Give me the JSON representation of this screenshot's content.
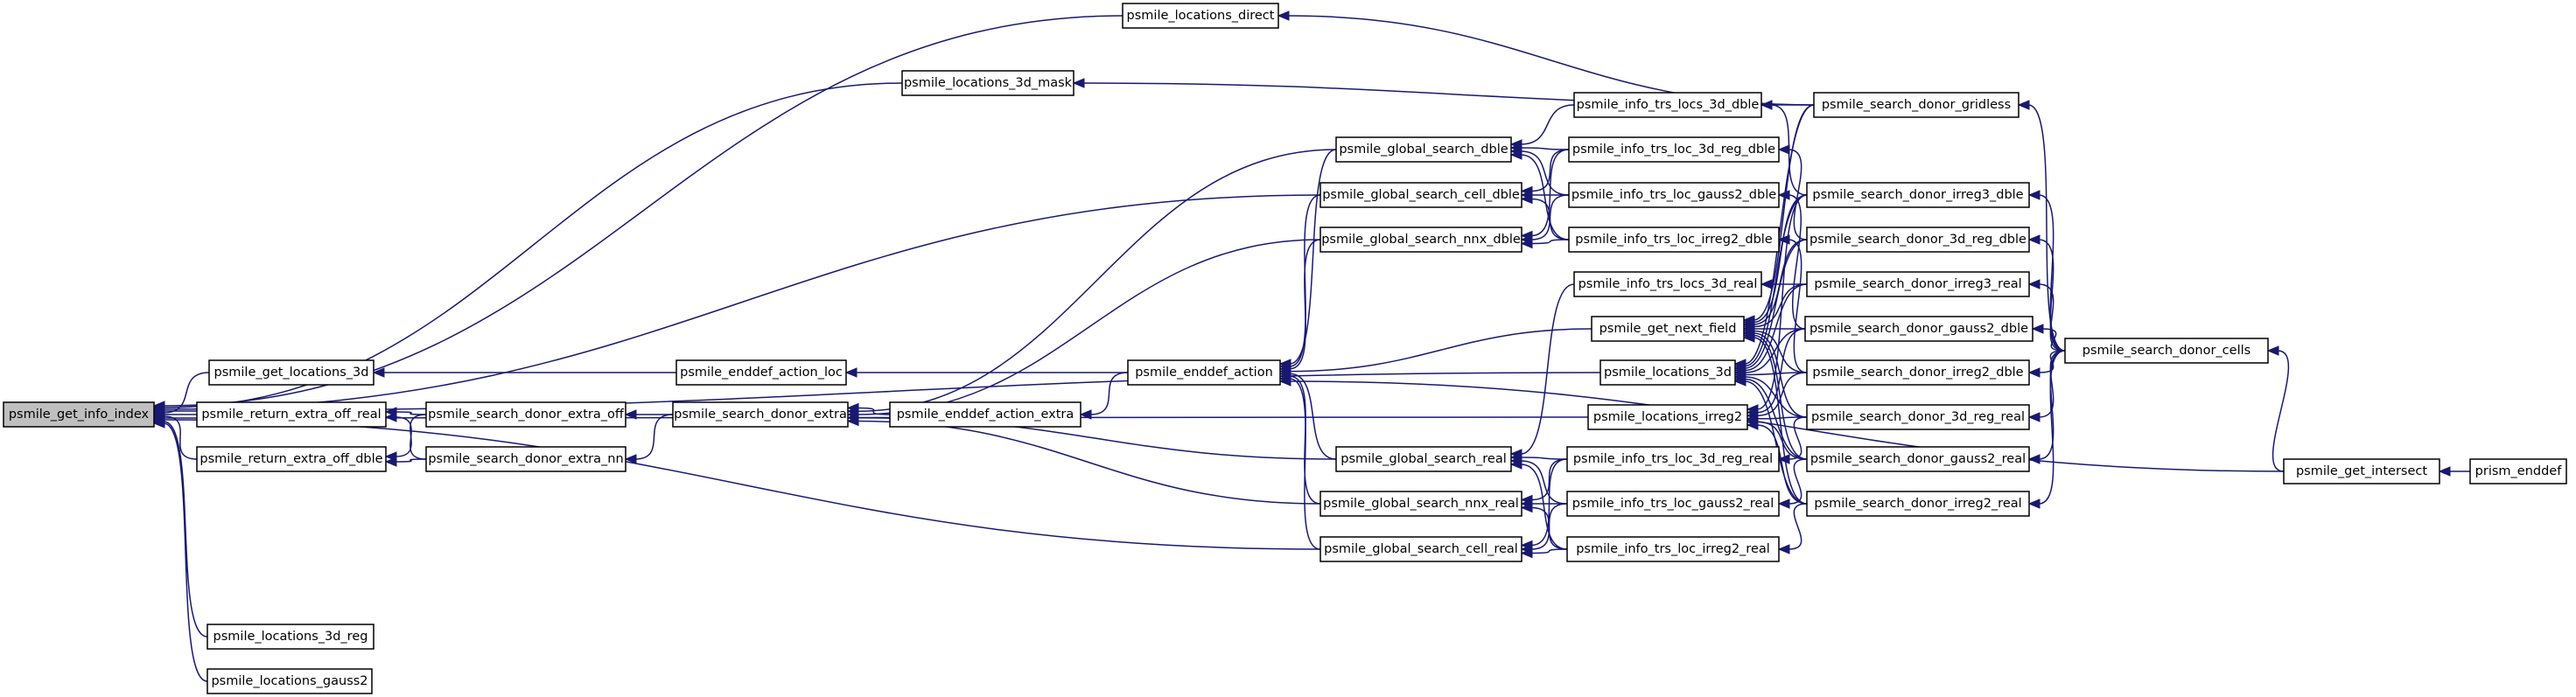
{
  "nodes": [
    {
      "id": "psmile_get_info_index",
      "label": "psmile_get_info_index",
      "root": true
    },
    {
      "id": "psmile_locations_direct",
      "label": "psmile_locations_direct"
    },
    {
      "id": "psmile_locations_3d_mask",
      "label": "psmile_locations_3d_mask"
    },
    {
      "id": "psmile_search_donor_gridless",
      "label": "psmile_search_donor_gridless"
    },
    {
      "id": "psmile_info_trs_locs_3d_dble",
      "label": "psmile_info_trs_locs_3d_dble"
    },
    {
      "id": "psmile_global_search_dble",
      "label": "psmile_global_search_dble"
    },
    {
      "id": "psmile_info_trs_loc_3d_reg_dble",
      "label": "psmile_info_trs_loc_3d_reg_dble"
    },
    {
      "id": "psmile_global_search_cell_dble",
      "label": "psmile_global_search_cell_dble"
    },
    {
      "id": "psmile_search_donor_irreg3_dble",
      "label": "psmile_search_donor_irreg3_dble"
    },
    {
      "id": "psmile_info_trs_loc_gauss2_dble",
      "label": "psmile_info_trs_loc_gauss2_dble"
    },
    {
      "id": "psmile_global_search_nnx_dble",
      "label": "psmile_global_search_nnx_dble"
    },
    {
      "id": "psmile_info_trs_loc_irreg2_dble",
      "label": "psmile_info_trs_loc_irreg2_dble"
    },
    {
      "id": "psmile_search_donor_3d_reg_dble",
      "label": "psmile_search_donor_3d_reg_dble"
    },
    {
      "id": "psmile_info_trs_locs_3d_real",
      "label": "psmile_info_trs_locs_3d_real"
    },
    {
      "id": "psmile_search_donor_irreg3_real",
      "label": "psmile_search_donor_irreg3_real"
    },
    {
      "id": "psmile_enddef_action",
      "label": "psmile_enddef_action"
    },
    {
      "id": "psmile_get_next_field",
      "label": "psmile_get_next_field"
    },
    {
      "id": "psmile_search_donor_gauss2_dble",
      "label": "psmile_search_donor_gauss2_dble"
    },
    {
      "id": "psmile_search_donor_cells",
      "label": "psmile_search_donor_cells"
    },
    {
      "id": "psmile_get_locations_3d",
      "label": "psmile_get_locations_3d"
    },
    {
      "id": "psmile_enddef_action_loc",
      "label": "psmile_enddef_action_loc"
    },
    {
      "id": "psmile_locations_3d",
      "label": "psmile_locations_3d"
    },
    {
      "id": "psmile_search_donor_irreg2_dble",
      "label": "psmile_search_donor_irreg2_dble"
    },
    {
      "id": "psmile_return_extra_off_real",
      "label": "psmile_return_extra_off_real"
    },
    {
      "id": "psmile_search_donor_extra_off",
      "label": "psmile_search_donor_extra_off"
    },
    {
      "id": "psmile_search_donor_extra",
      "label": "psmile_search_donor_extra"
    },
    {
      "id": "psmile_enddef_action_extra",
      "label": "psmile_enddef_action_extra"
    },
    {
      "id": "psmile_locations_irreg2",
      "label": "psmile_locations_irreg2"
    },
    {
      "id": "psmile_search_donor_3d_reg_real",
      "label": "psmile_search_donor_3d_reg_real"
    },
    {
      "id": "psmile_return_extra_off_dble",
      "label": "psmile_return_extra_off_dble"
    },
    {
      "id": "psmile_search_donor_extra_nn",
      "label": "psmile_search_donor_extra_nn"
    },
    {
      "id": "psmile_global_search_real",
      "label": "psmile_global_search_real"
    },
    {
      "id": "psmile_info_trs_loc_3d_reg_real",
      "label": "psmile_info_trs_loc_3d_reg_real"
    },
    {
      "id": "psmile_search_donor_gauss2_real",
      "label": "psmile_search_donor_gauss2_real"
    },
    {
      "id": "psmile_get_intersect",
      "label": "psmile_get_intersect"
    },
    {
      "id": "prism_enddef",
      "label": "prism_enddef"
    },
    {
      "id": "psmile_global_search_nnx_real",
      "label": "psmile_global_search_nnx_real"
    },
    {
      "id": "psmile_info_trs_loc_gauss2_real",
      "label": "psmile_info_trs_loc_gauss2_real"
    },
    {
      "id": "psmile_search_donor_irreg2_real",
      "label": "psmile_search_donor_irreg2_real"
    },
    {
      "id": "psmile_global_search_cell_real",
      "label": "psmile_global_search_cell_real"
    },
    {
      "id": "psmile_info_trs_loc_irreg2_real",
      "label": "psmile_info_trs_loc_irreg2_real"
    },
    {
      "id": "psmile_locations_3d_reg",
      "label": "psmile_locations_3d_reg"
    },
    {
      "id": "psmile_locations_gauss2",
      "label": "psmile_locations_gauss2"
    }
  ],
  "edges": [
    [
      "psmile_locations_direct",
      "psmile_get_info_index"
    ],
    [
      "psmile_locations_3d_mask",
      "psmile_get_info_index"
    ],
    [
      "psmile_global_search_cell_dble",
      "psmile_get_info_index"
    ],
    [
      "psmile_locations_3d",
      "psmile_get_info_index"
    ],
    [
      "psmile_get_locations_3d",
      "psmile_get_info_index"
    ],
    [
      "psmile_return_extra_off_real",
      "psmile_get_info_index"
    ],
    [
      "psmile_return_extra_off_dble",
      "psmile_get_info_index"
    ],
    [
      "psmile_locations_irreg2",
      "psmile_get_info_index"
    ],
    [
      "psmile_global_search_cell_real",
      "psmile_get_info_index"
    ],
    [
      "psmile_locations_3d_reg",
      "psmile_get_info_index"
    ],
    [
      "psmile_locations_gauss2",
      "psmile_get_info_index"
    ],
    [
      "psmile_search_donor_gridless",
      "psmile_locations_direct"
    ],
    [
      "psmile_search_donor_gridless",
      "psmile_locations_3d_mask"
    ],
    [
      "psmile_search_donor_cells",
      "psmile_search_donor_gridless"
    ],
    [
      "psmile_info_trs_locs_3d_dble",
      "psmile_global_search_dble"
    ],
    [
      "psmile_info_trs_loc_3d_reg_dble",
      "psmile_global_search_dble"
    ],
    [
      "psmile_info_trs_loc_gauss2_dble",
      "psmile_global_search_dble"
    ],
    [
      "psmile_info_trs_loc_irreg2_dble",
      "psmile_global_search_dble"
    ],
    [
      "psmile_info_trs_loc_3d_reg_dble",
      "psmile_global_search_cell_dble"
    ],
    [
      "psmile_info_trs_loc_gauss2_dble",
      "psmile_global_search_cell_dble"
    ],
    [
      "psmile_info_trs_loc_irreg2_dble",
      "psmile_global_search_cell_dble"
    ],
    [
      "psmile_info_trs_loc_3d_reg_dble",
      "psmile_global_search_nnx_dble"
    ],
    [
      "psmile_info_trs_loc_gauss2_dble",
      "psmile_global_search_nnx_dble"
    ],
    [
      "psmile_info_trs_loc_irreg2_dble",
      "psmile_global_search_nnx_dble"
    ],
    [
      "psmile_search_donor_irreg3_dble",
      "psmile_info_trs_locs_3d_dble"
    ],
    [
      "psmile_search_donor_3d_reg_dble",
      "psmile_info_trs_loc_3d_reg_dble"
    ],
    [
      "psmile_search_donor_gauss2_dble",
      "psmile_info_trs_loc_gauss2_dble"
    ],
    [
      "psmile_search_donor_irreg2_dble",
      "psmile_info_trs_loc_irreg2_dble"
    ],
    [
      "psmile_global_search_dble",
      "psmile_enddef_action"
    ],
    [
      "psmile_global_search_cell_dble",
      "psmile_enddef_action"
    ],
    [
      "psmile_global_search_nnx_dble",
      "psmile_enddef_action"
    ],
    [
      "psmile_get_next_field",
      "psmile_enddef_action"
    ],
    [
      "psmile_global_search_real",
      "psmile_enddef_action"
    ],
    [
      "psmile_global_search_nnx_real",
      "psmile_enddef_action"
    ],
    [
      "psmile_global_search_cell_real",
      "psmile_enddef_action"
    ],
    [
      "psmile_get_intersect",
      "psmile_enddef_action"
    ],
    [
      "psmile_enddef_action",
      "psmile_enddef_action_loc"
    ],
    [
      "psmile_enddef_action_loc",
      "psmile_get_locations_3d"
    ],
    [
      "psmile_enddef_action",
      "psmile_enddef_action_extra"
    ],
    [
      "psmile_enddef_action_extra",
      "psmile_search_donor_extra"
    ],
    [
      "psmile_search_donor_extra",
      "psmile_search_donor_extra_off"
    ],
    [
      "psmile_search_donor_extra",
      "psmile_search_donor_extra_nn"
    ],
    [
      "psmile_search_donor_extra_off",
      "psmile_return_extra_off_real"
    ],
    [
      "psmile_search_donor_extra_off",
      "psmile_return_extra_off_dble"
    ],
    [
      "psmile_search_donor_extra_nn",
      "psmile_return_extra_off_real"
    ],
    [
      "psmile_search_donor_extra_nn",
      "psmile_return_extra_off_dble"
    ],
    [
      "psmile_global_search_dble",
      "psmile_search_donor_extra"
    ],
    [
      "psmile_global_search_nnx_dble",
      "psmile_search_donor_extra"
    ],
    [
      "psmile_global_search_real",
      "psmile_search_donor_extra"
    ],
    [
      "psmile_global_search_nnx_real",
      "psmile_search_donor_extra"
    ],
    [
      "psmile_search_donor_gridless",
      "psmile_get_next_field"
    ],
    [
      "psmile_search_donor_irreg3_dble",
      "psmile_get_next_field"
    ],
    [
      "psmile_search_donor_3d_reg_dble",
      "psmile_get_next_field"
    ],
    [
      "psmile_search_donor_irreg3_real",
      "psmile_get_next_field"
    ],
    [
      "psmile_search_donor_gauss2_dble",
      "psmile_get_next_field"
    ],
    [
      "psmile_search_donor_irreg2_dble",
      "psmile_get_next_field"
    ],
    [
      "psmile_search_donor_3d_reg_real",
      "psmile_get_next_field"
    ],
    [
      "psmile_search_donor_gauss2_real",
      "psmile_get_next_field"
    ],
    [
      "psmile_search_donor_irreg2_real",
      "psmile_get_next_field"
    ],
    [
      "psmile_search_donor_gridless",
      "psmile_locations_3d"
    ],
    [
      "psmile_search_donor_irreg3_dble",
      "psmile_locations_3d"
    ],
    [
      "psmile_search_donor_3d_reg_dble",
      "psmile_locations_3d"
    ],
    [
      "psmile_search_donor_irreg3_real",
      "psmile_locations_3d"
    ],
    [
      "psmile_search_donor_gauss2_dble",
      "psmile_locations_3d"
    ],
    [
      "psmile_search_donor_irreg2_dble",
      "psmile_locations_3d"
    ],
    [
      "psmile_search_donor_3d_reg_real",
      "psmile_locations_3d"
    ],
    [
      "psmile_search_donor_gauss2_real",
      "psmile_locations_3d"
    ],
    [
      "psmile_search_donor_irreg2_real",
      "psmile_locations_3d"
    ],
    [
      "psmile_search_donor_irreg3_dble",
      "psmile_locations_irreg2"
    ],
    [
      "psmile_search_donor_gauss2_dble",
      "psmile_locations_irreg2"
    ],
    [
      "psmile_search_donor_irreg2_dble",
      "psmile_locations_irreg2"
    ],
    [
      "psmile_search_donor_3d_reg_real",
      "psmile_locations_irreg2"
    ],
    [
      "psmile_search_donor_gauss2_real",
      "psmile_locations_irreg2"
    ],
    [
      "psmile_search_donor_irreg2_real",
      "psmile_locations_irreg2"
    ],
    [
      "psmile_search_donor_irreg3_real",
      "psmile_info_trs_locs_3d_real"
    ],
    [
      "psmile_info_trs_locs_3d_real",
      "psmile_global_search_real"
    ],
    [
      "psmile_info_trs_loc_3d_reg_real",
      "psmile_global_search_real"
    ],
    [
      "psmile_info_trs_loc_gauss2_real",
      "psmile_global_search_real"
    ],
    [
      "psmile_info_trs_loc_irreg2_real",
      "psmile_global_search_real"
    ],
    [
      "psmile_info_trs_loc_3d_reg_real",
      "psmile_global_search_nnx_real"
    ],
    [
      "psmile_info_trs_loc_gauss2_real",
      "psmile_global_search_nnx_real"
    ],
    [
      "psmile_info_trs_loc_irreg2_real",
      "psmile_global_search_nnx_real"
    ],
    [
      "psmile_info_trs_loc_3d_reg_real",
      "psmile_global_search_cell_real"
    ],
    [
      "psmile_info_trs_loc_gauss2_real",
      "psmile_global_search_cell_real"
    ],
    [
      "psmile_info_trs_loc_irreg2_real",
      "psmile_global_search_cell_real"
    ],
    [
      "psmile_search_donor_3d_reg_real",
      "psmile_info_trs_loc_3d_reg_real"
    ],
    [
      "psmile_search_donor_gauss2_real",
      "psmile_info_trs_loc_gauss2_real"
    ],
    [
      "psmile_search_donor_irreg2_real",
      "psmile_info_trs_loc_irreg2_real"
    ],
    [
      "psmile_search_donor_cells",
      "psmile_search_donor_irreg3_dble"
    ],
    [
      "psmile_search_donor_cells",
      "psmile_search_donor_3d_reg_dble"
    ],
    [
      "psmile_search_donor_cells",
      "psmile_search_donor_irreg3_real"
    ],
    [
      "psmile_search_donor_cells",
      "psmile_search_donor_gauss2_dble"
    ],
    [
      "psmile_search_donor_cells",
      "psmile_search_donor_irreg2_dble"
    ],
    [
      "psmile_search_donor_cells",
      "psmile_search_donor_3d_reg_real"
    ],
    [
      "psmile_search_donor_cells",
      "psmile_search_donor_gauss2_real"
    ],
    [
      "psmile_search_donor_cells",
      "psmile_search_donor_irreg2_real"
    ],
    [
      "psmile_get_intersect",
      "psmile_search_donor_cells"
    ],
    [
      "prism_enddef",
      "psmile_get_intersect"
    ]
  ],
  "colors": {
    "edge": "#191970",
    "root_fill": "#bfbfbf",
    "node_fill": "#ffffff",
    "node_stroke": "#000000"
  }
}
